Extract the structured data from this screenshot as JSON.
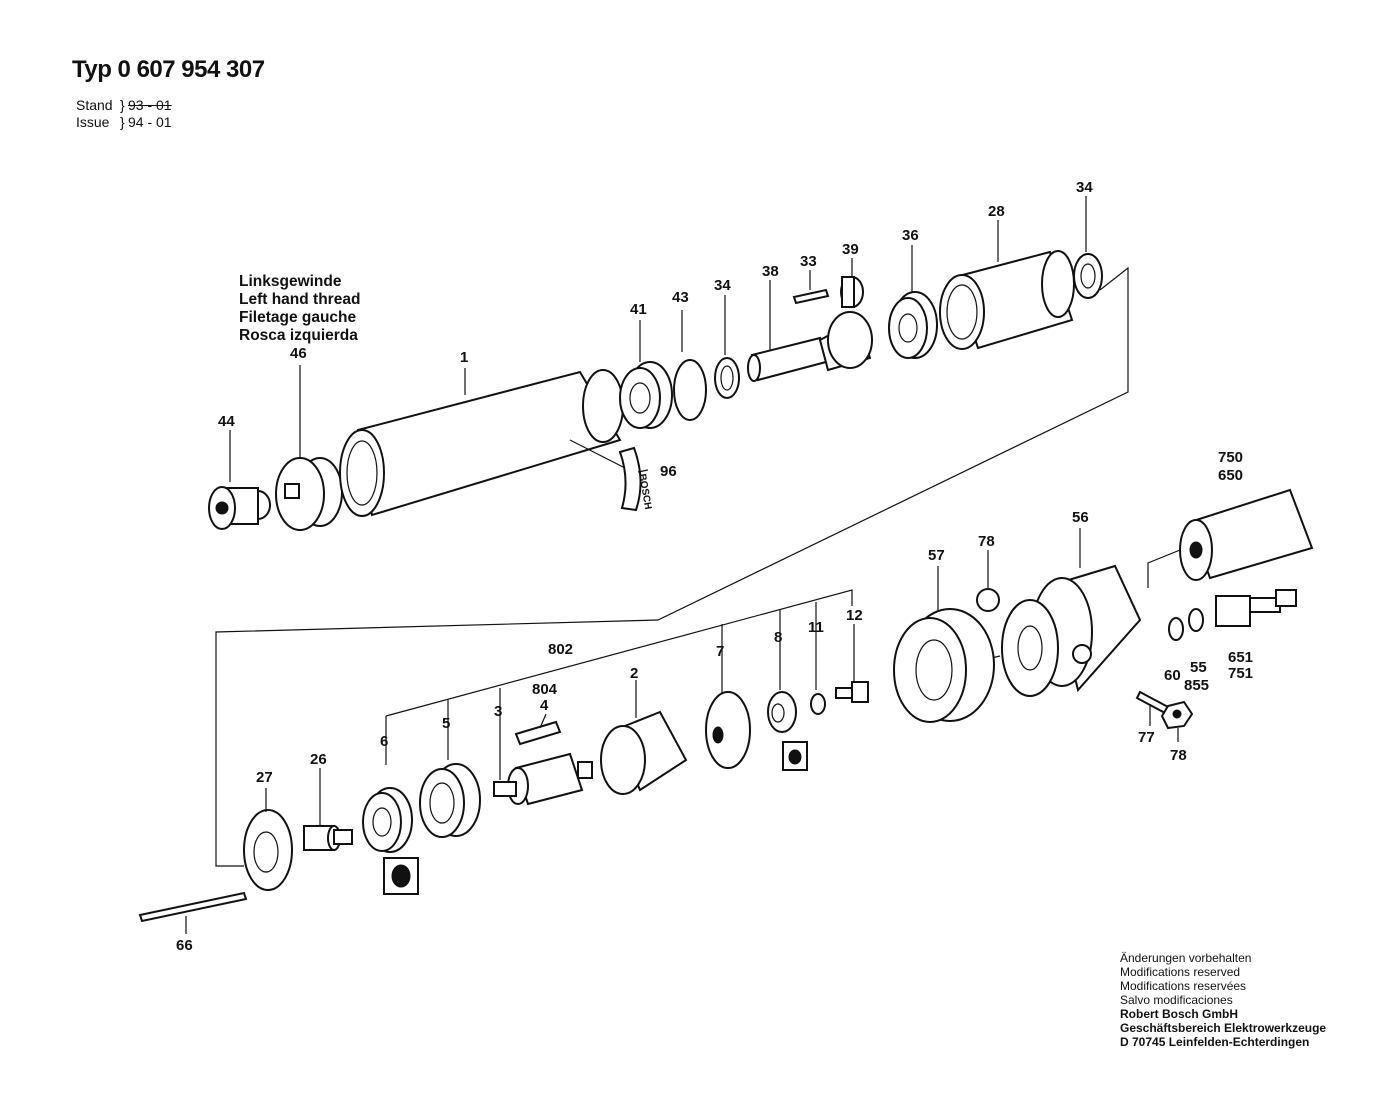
{
  "header": {
    "title": "Typ 0 607 954 307",
    "stand_label": "Stand",
    "stand_value": "93 - 01",
    "issue_label": "Issue",
    "issue_value": "94 - 01"
  },
  "thread_note": [
    "Linksgewinde",
    "Left hand thread",
    "Filetage gauche",
    "Rosca izquierda"
  ],
  "brand_mark": "BOSCH",
  "part_labels": {
    "p1": "1",
    "p2": "2",
    "p3": "3",
    "p4": "4",
    "p5": "5",
    "p6": "6",
    "p7": "7",
    "p8": "8",
    "p11": "11",
    "p12": "12",
    "p26": "26",
    "p27": "27",
    "p28": "28",
    "p33": "33",
    "p34a": "34",
    "p34b": "34",
    "p36": "36",
    "p38": "38",
    "p39": "39",
    "p41": "41",
    "p43": "43",
    "p44": "44",
    "p46": "46",
    "p56": "56",
    "p57": "57",
    "p60": "60",
    "p55": "55",
    "p855": "855",
    "p651": "651",
    "p751": "751",
    "p66": "66",
    "p77": "77",
    "p78a": "78",
    "p78b": "78",
    "p96": "96",
    "p802": "802",
    "p804": "804",
    "p750": "750",
    "p650": "650"
  },
  "footer": {
    "lines": [
      "Änderungen vorbehalten",
      "Modifications reserved",
      "Modifications reservées",
      "Salvo modificaciones"
    ],
    "company": [
      "Robert Bosch GmbH",
      "Geschäftsbereich Elektrowerkzeuge",
      "D 70745 Leinfelden-Echterdingen"
    ]
  }
}
